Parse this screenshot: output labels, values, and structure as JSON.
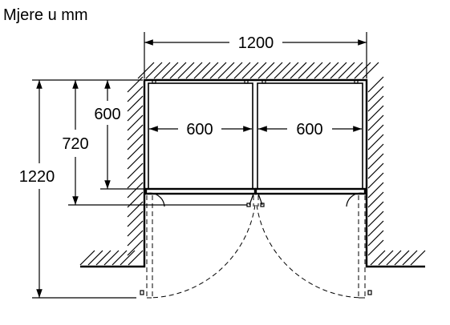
{
  "title": "Mjere u mm",
  "dimensions": {
    "overall_width": "1200",
    "unit_width_left": "600",
    "unit_width_right": "600",
    "depth_unit": "600",
    "depth_with_doors": "720",
    "depth_doors_open": "1220"
  },
  "colors": {
    "line": "#000000",
    "background": "#ffffff"
  }
}
